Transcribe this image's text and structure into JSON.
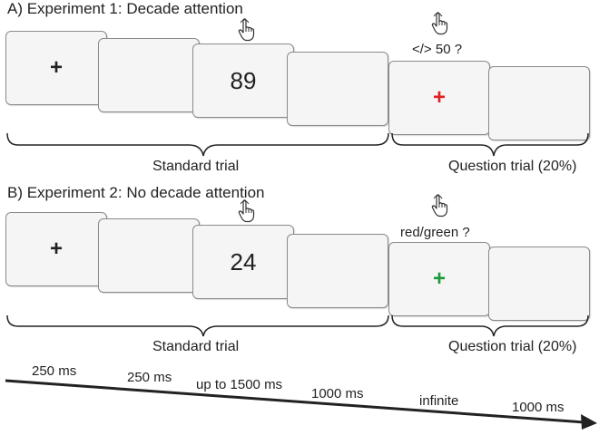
{
  "exp1": {
    "title": "A) Experiment 1: Decade attention",
    "fixation": "+",
    "number": "89",
    "question": "</> 50 ?",
    "question_fix": "+",
    "question_fix_color": "#e02020",
    "standard_label": "Standard trial",
    "question_label": "Question trial (20%)"
  },
  "exp2": {
    "title": "B) Experiment 2: No decade attention",
    "fixation": "+",
    "number": "24",
    "question": "red/green ?",
    "question_fix": "+",
    "question_fix_color": "#1a9a3a",
    "standard_label": "Standard trial",
    "question_label": "Question trial (20%)"
  },
  "timeline": {
    "t1": "250 ms",
    "t2": "250 ms",
    "t3": "up to 1500 ms",
    "t4": "1000 ms",
    "t5": "infinite",
    "t6": "1000 ms"
  },
  "icons": {
    "response": "pointing-hand-icon"
  }
}
